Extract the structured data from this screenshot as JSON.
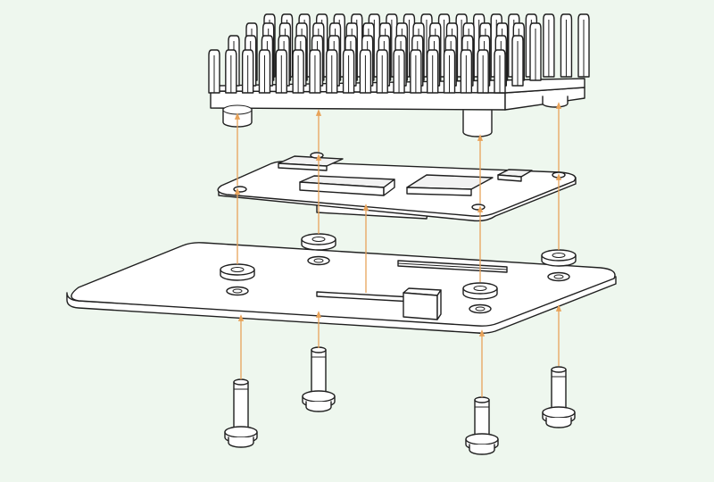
{
  "diagram": {
    "kind": "exploded-assembly",
    "parts": [
      "heatsink",
      "compute-module",
      "carrier-board",
      "standoff",
      "washer",
      "screw"
    ],
    "colors": {
      "background": "#eef7ee",
      "outline": "#1f1f1f",
      "part_fill": "#ffffff",
      "guide_arrow": "#e8a35a",
      "chip_fill": "#f2f2f2"
    }
  }
}
